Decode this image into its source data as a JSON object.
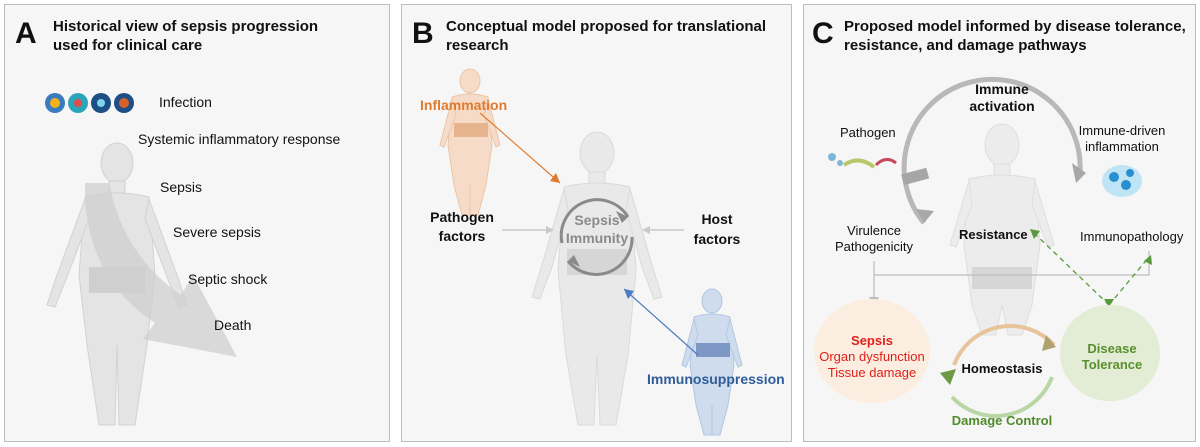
{
  "panel_a": {
    "letter": "A",
    "title_line1": "Historical view of sepsis progression",
    "title_line2": "used for clinical care",
    "stages": [
      "Infection",
      "Systemic inflammatory response",
      "Sepsis",
      "Severe sepsis",
      "Septic shock",
      "Death"
    ]
  },
  "panel_b": {
    "letter": "B",
    "title_line1": "Conceptual model proposed for translational",
    "title_line2": "research",
    "inflammation": "Inflammation",
    "pathogen_line1": "Pathogen",
    "pathogen_line2": "factors",
    "host_line1": "Host",
    "host_line2": "factors",
    "center_line1": "Sepsis",
    "center_line2": "Immunity",
    "immunosuppression": "Immunosuppression",
    "colors": {
      "inflammation": "#e07a2f",
      "immunosuppression": "#2f5d9a"
    }
  },
  "panel_c": {
    "letter": "C",
    "title_line1": "Proposed model informed by disease tolerance,",
    "title_line2": "resistance, and damage pathways",
    "immune_line1": "Immune",
    "immune_line2": "activation",
    "pathogen": "Pathogen",
    "immune_driven_line1": "Immune-driven",
    "immune_driven_line2": "inflammation",
    "virulence": "Virulence",
    "pathogenicity": "Pathogenicity",
    "resistance": "Resistance",
    "immunopathology": "Immunopathology",
    "sepsis": "Sepsis",
    "organ": "Organ dysfunction",
    "tissue": "Tissue damage",
    "homeostasis": "Homeostasis",
    "disease": "Disease",
    "tolerance": "Tolerance",
    "damage_control": "Damage Control",
    "colors": {
      "sepsis": "#e0201b",
      "tolerance": "#5a8f2e",
      "damage_control": "#4f8a2b"
    }
  }
}
